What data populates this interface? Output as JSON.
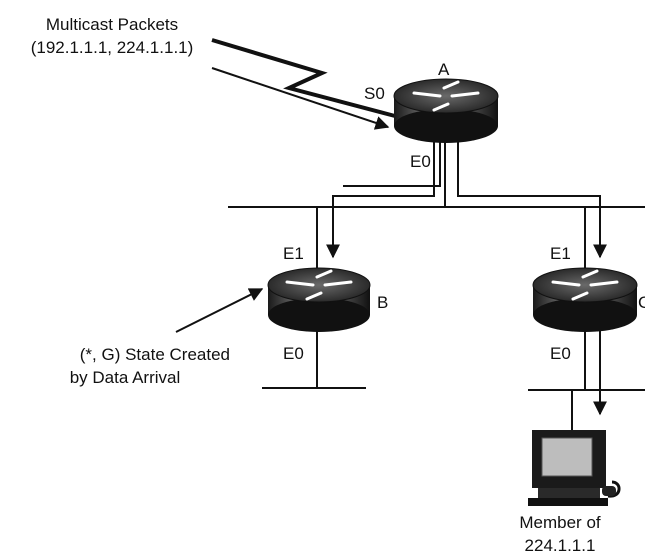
{
  "title": {
    "line1": "Multicast Packets",
    "line2": "(192.1.1.1, 224.1.1.1)"
  },
  "routers": {
    "a": {
      "name": "A",
      "serial_iface": "S0",
      "eth_iface": "E0"
    },
    "b": {
      "name": "B",
      "in_iface": "E1",
      "out_iface": "E0"
    },
    "c": {
      "name": "C",
      "in_iface": "E1",
      "out_iface": "E0"
    }
  },
  "annotation": {
    "line1": "(*, G) State Created",
    "line2": "by Data Arrival"
  },
  "member": {
    "line1": "Member of",
    "line2": "224.1.1.1"
  },
  "colors": {
    "ink": "#111111",
    "router_body": "#2a2a2a",
    "router_highlight": "#8a8a8a"
  }
}
